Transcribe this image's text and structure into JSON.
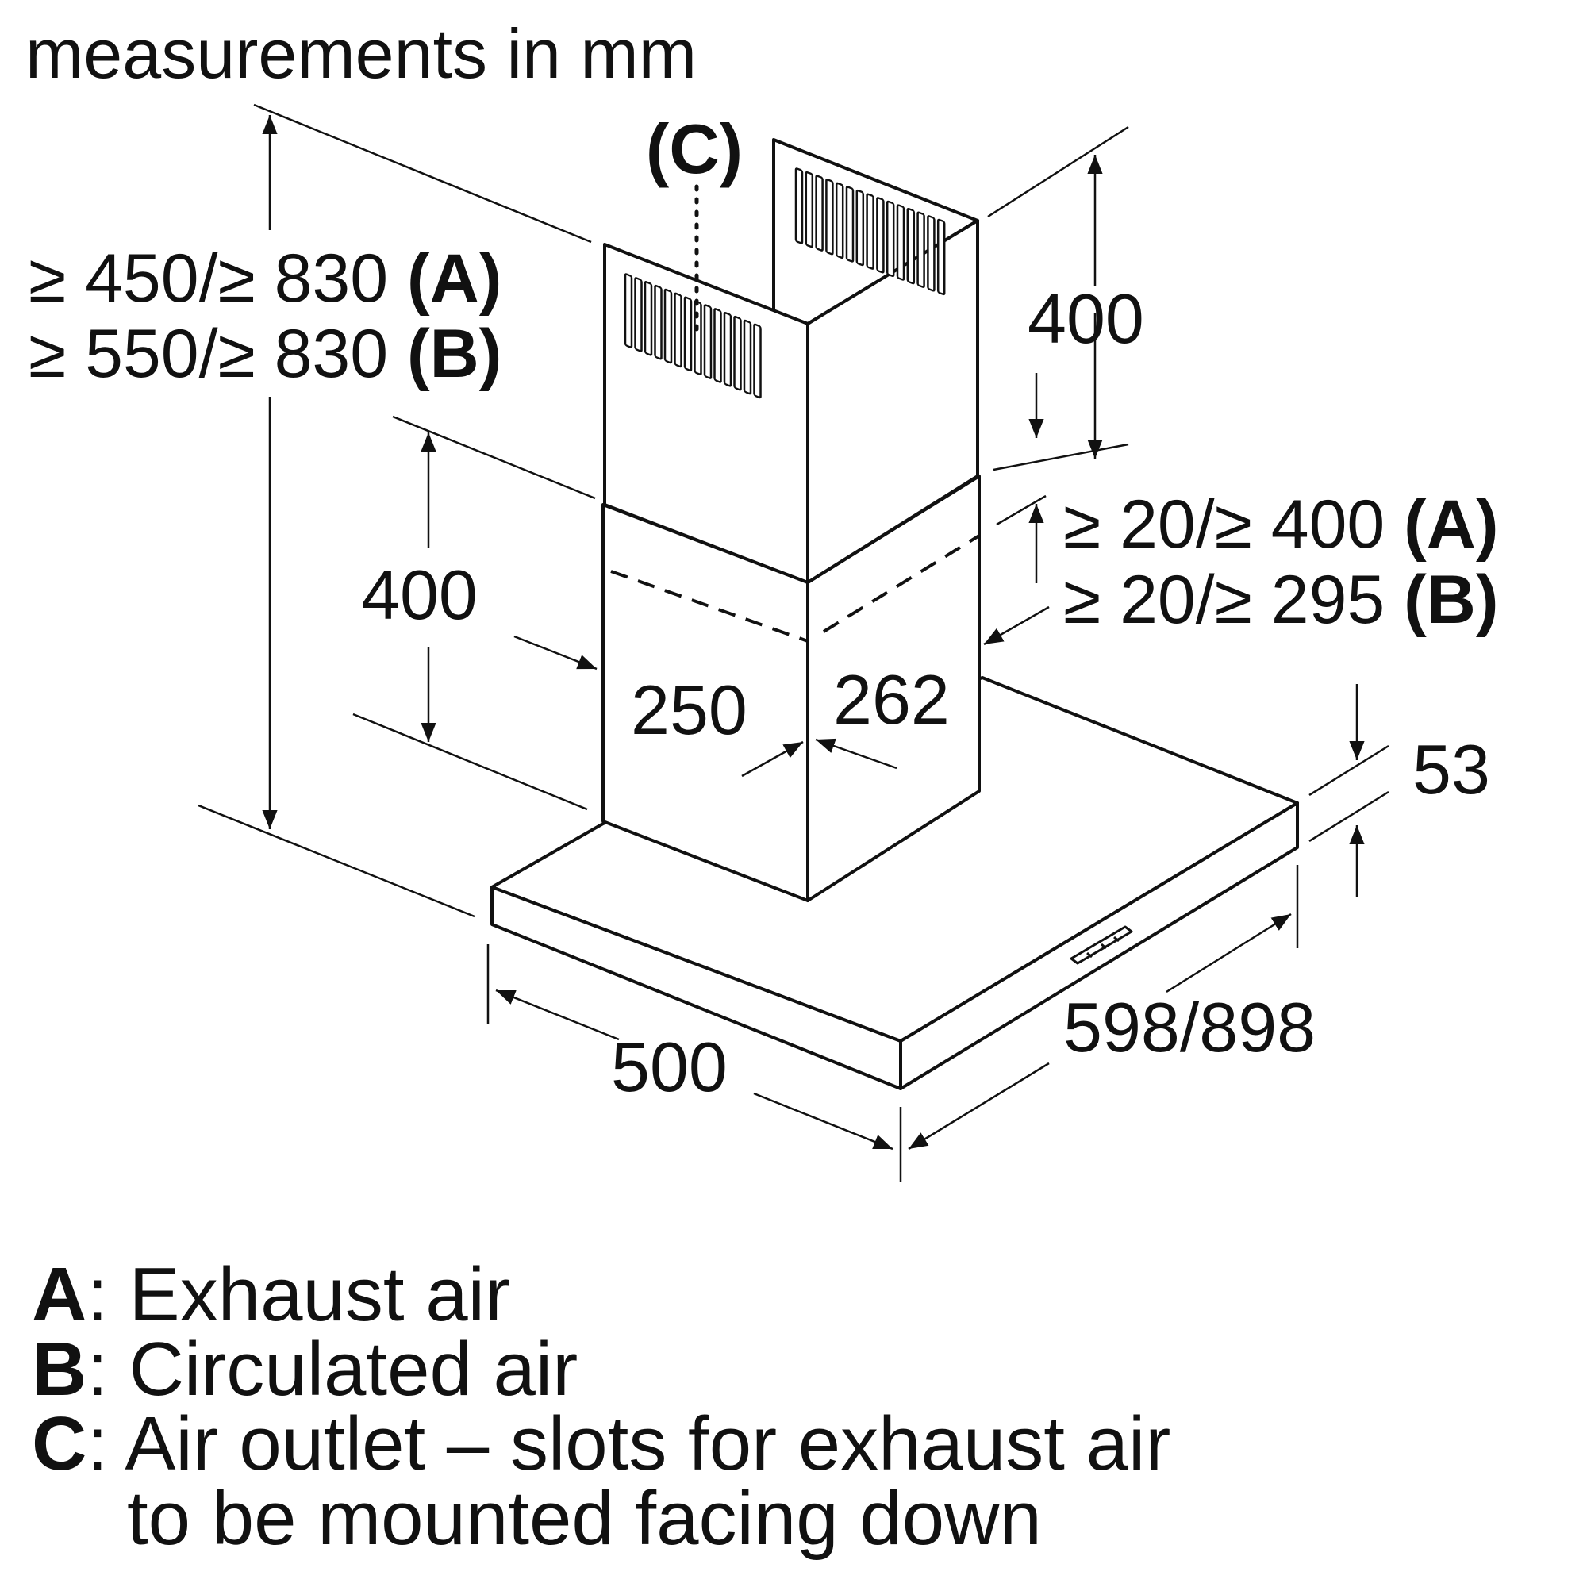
{
  "header": {
    "units": "measurements in mm"
  },
  "labels": {
    "outlet_marker": "(C)",
    "total_height": {
      "prefix_a": "≥ 450/≥ 830 ",
      "tag_a": "(A)",
      "prefix_b": "≥ 550/≥ 830 ",
      "tag_b": "(B)"
    },
    "upper_chimney_height": "400",
    "lower_chimney_height": "400",
    "overlap": {
      "prefix_a": "≥ 20/≥ 400 ",
      "tag_a": "(A)",
      "prefix_b": "≥ 20/≥ 295 ",
      "tag_b": "(B)"
    },
    "chimney_depth": "250",
    "chimney_width": "262",
    "canopy_height": "53",
    "canopy_depth": "500",
    "canopy_width": "598/898"
  },
  "legend": [
    {
      "key": "A",
      "sep": ": ",
      "text": "Exhaust air"
    },
    {
      "key": "B",
      "sep": ": ",
      "text": "Circulated air"
    },
    {
      "key": "C",
      "sep": ": ",
      "text": "Air outlet – slots for exhaust air"
    },
    {
      "key": "",
      "sep": "",
      "text": "to be mounted facing down"
    }
  ]
}
